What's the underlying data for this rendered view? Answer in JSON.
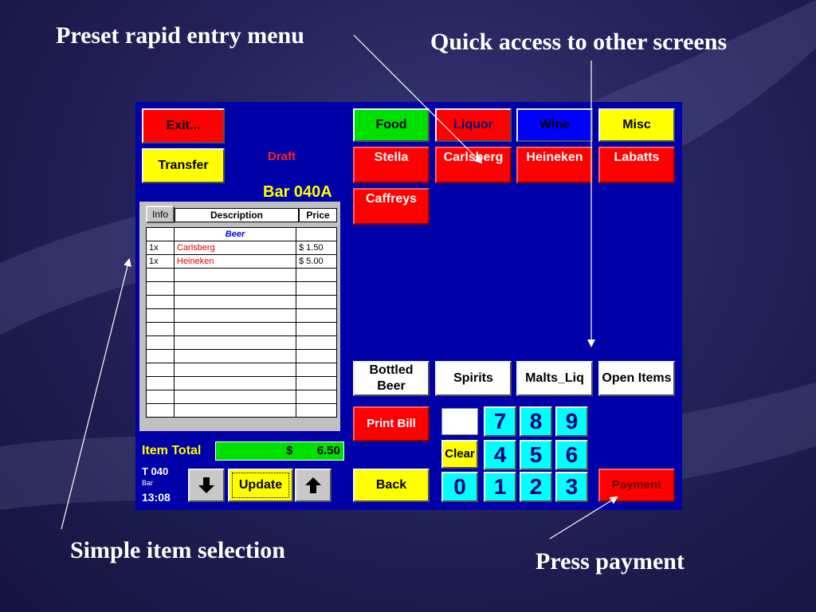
{
  "callouts": {
    "preset": "Preset rapid entry menu",
    "quick": "Quick access to other screens",
    "simple": "Simple item selection",
    "payment": "Press payment"
  },
  "pos": {
    "exit_label": "Exit...",
    "transfer_label": "Transfer",
    "draft_label": "Draft",
    "table_name": "Bar 040A",
    "categories": [
      "Food",
      "Liquor",
      "Wine",
      "Misc"
    ],
    "items": [
      "Stella",
      "Carlsberg",
      "Heineken",
      "Labatts",
      "Caffreys"
    ],
    "order": {
      "info_label": "Info",
      "col_description": "Description",
      "col_price": "Price",
      "group_label": "Beer",
      "rows": [
        {
          "qty": "1x",
          "name": "Carlsberg",
          "price": "$   1.50"
        },
        {
          "qty": "1x",
          "name": "Heineken",
          "price": "$   5.00"
        }
      ]
    },
    "item_total_label": "Item Total",
    "item_total_currency": "$",
    "item_total_value": "6.50",
    "terminal": {
      "id": "T 040",
      "area": "Bar",
      "time": "13:08"
    },
    "update_label": "Update",
    "screens": [
      "Bottled Beer",
      "Spirits",
      "Malts_Liq",
      "Open Items"
    ],
    "print_bill_label": "Print Bill",
    "back_label": "Back",
    "clear_label": "Clear",
    "payment_label": "Payment",
    "keypad": [
      "7",
      "8",
      "9",
      "4",
      "5",
      "6",
      "0",
      "1",
      "2",
      "3"
    ]
  },
  "colors": {
    "screen_bg": "#0000a8",
    "red": "#ff0000",
    "yellow": "#ffff00",
    "green": "#00e000",
    "cyan": "#00ffff"
  }
}
